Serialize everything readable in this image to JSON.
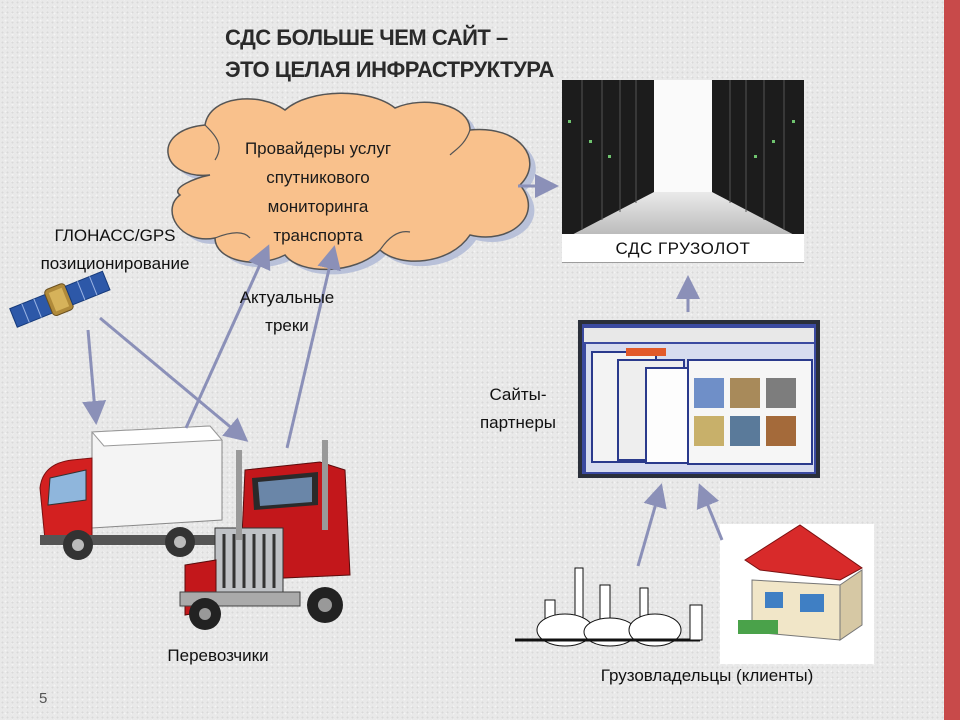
{
  "slide": {
    "title_line1": "СДС БОЛЬШЕ ЧЕМ САЙТ –",
    "title_line2": "ЭТО ЦЕЛАЯ ИНФРАСТРУКТУРА",
    "page_number": "5"
  },
  "nodes": {
    "providers": [
      "Провайдеры услуг",
      "спутникового",
      "мониторинга",
      "транспорта"
    ],
    "glonass_title": "ГЛОНАСС/GPS",
    "glonass_sub": "позиционирование",
    "tracks": [
      "Актуальные",
      "треки"
    ],
    "server_caption": "СДС ГРУЗОЛОТ",
    "partners": [
      "Сайты-",
      "партнеры"
    ],
    "carriers": "Перевозчики",
    "clients": "Грузовладельцы (клиенты)"
  },
  "colors": {
    "cloud_fill": "#f9c18c",
    "arrow": "#8b90b8",
    "accent_red": "#c84a4a"
  }
}
